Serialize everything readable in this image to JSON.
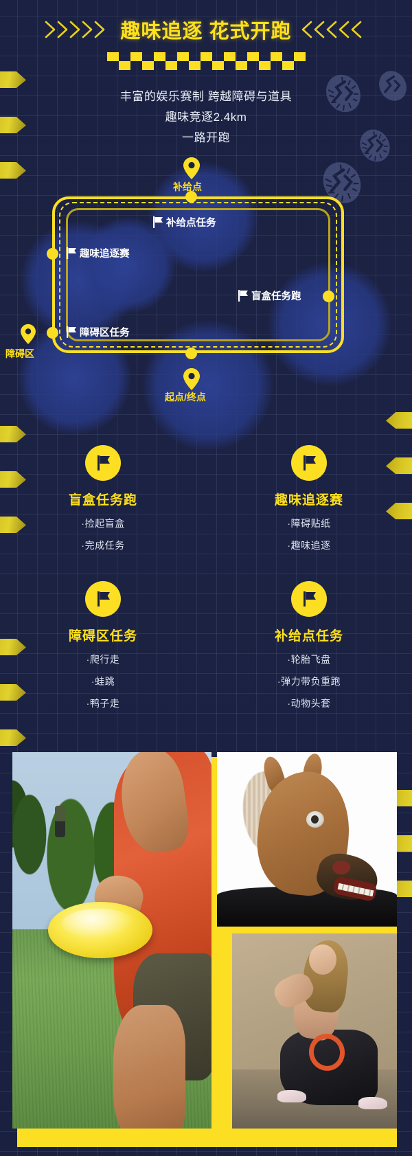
{
  "theme": {
    "accent_yellow": "#fcdf23",
    "title_yellow": "#ffe11b",
    "bg_navy": "#1a2040",
    "text_white": "#e9edf7"
  },
  "header": {
    "chevron_left_icon": "chevrons-right-icon",
    "chevron_right_icon": "chevrons-left-icon",
    "title": "趣味追逐 花式开跑",
    "checker_icon": "checkered-flag-band",
    "sub_lines": [
      "丰富的娱乐赛制  跨越障碍与道具",
      "趣味竞逐2.4km",
      "一路开跑"
    ]
  },
  "route_map": {
    "pins": [
      {
        "name": "supply-point",
        "icon": "map-pin-icon",
        "label": "补给点"
      },
      {
        "name": "obstacle-zone",
        "icon": "map-pin-icon",
        "label": "障碍区"
      },
      {
        "name": "start-finish",
        "icon": "map-pin-icon",
        "label": "起点/终点"
      }
    ],
    "flags": [
      {
        "name": "supply-task",
        "icon": "flag-icon",
        "label": "补给点任务"
      },
      {
        "name": "fun-chase-race",
        "icon": "flag-icon",
        "label": "趣味追逐赛"
      },
      {
        "name": "blindbox-task-run",
        "icon": "flag-icon",
        "label": "盲盒任务跑"
      },
      {
        "name": "obstacle-task",
        "icon": "flag-icon",
        "label": "障碍区任务"
      }
    ]
  },
  "cards": [
    {
      "icon": "flag-badge-icon",
      "title": "盲盒任务跑",
      "items": [
        "·捡起盲盒",
        "·完成任务"
      ]
    },
    {
      "icon": "flag-badge-icon",
      "title": "趣味追逐赛",
      "items": [
        "·障碍贴纸",
        "·趣味追逐"
      ]
    },
    {
      "icon": "flag-badge-icon",
      "title": "障碍区任务",
      "items": [
        "·爬行走",
        "·蛙跳",
        "·鸭子走"
      ]
    },
    {
      "icon": "flag-badge-icon",
      "title": "补给点任务",
      "items": [
        "·轮胎飞盘",
        "·弹力带负重跑",
        "·动物头套"
      ]
    }
  ],
  "photos": [
    {
      "name": "frisbee-photo",
      "alt": "person holding yellow frisbee on grass"
    },
    {
      "name": "horse-mask-photo",
      "alt": "person wearing brown horse head mask"
    },
    {
      "name": "resistance-band-photo",
      "alt": "woman lunging with red resistance band"
    }
  ]
}
